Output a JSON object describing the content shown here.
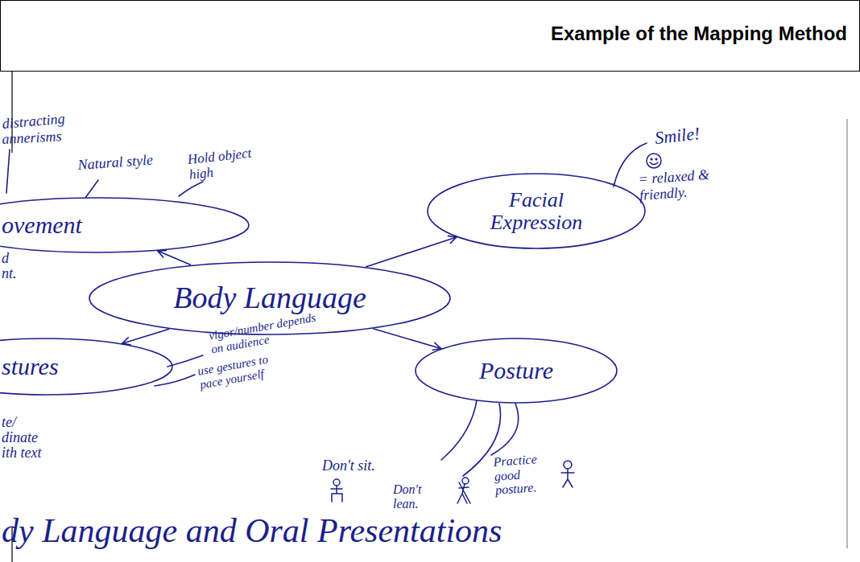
{
  "diagram": {
    "title": "Example of the Mapping Method",
    "caption": "dy Language and Oral Presentations",
    "nodes": [
      {
        "text": [
          "ovement"
        ]
      },
      {
        "text": [
          "Facial Expression"
        ]
      },
      {
        "text": [
          "Body Language"
        ]
      },
      {
        "text": [
          "stures"
        ]
      },
      {
        "text": [
          "Posture"
        ]
      }
    ],
    "edges": [
      {
        "from": 2,
        "to": 0,
        "arrow": "to"
      },
      {
        "from": 2,
        "to": 1,
        "arrow": "to"
      },
      {
        "from": 2,
        "to": 3,
        "arrow": "to"
      },
      {
        "from": 2,
        "to": 4,
        "arrow": "to"
      }
    ],
    "labels": [
      "distracting",
      "annerisms",
      "Natural style",
      "Hold object high",
      "Smile!",
      "= relaxed & friendly.",
      "d",
      "nt.",
      "vigor/number depends on audience",
      "use gestures to pace yourself",
      "te/",
      "dinate",
      "ith text",
      "Don't sit.",
      "Don't lean.",
      "Practice good posture."
    ]
  }
}
